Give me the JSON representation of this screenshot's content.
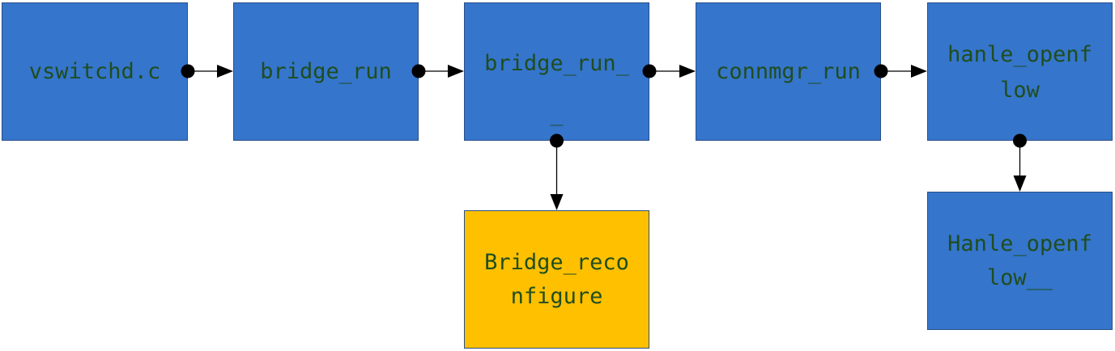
{
  "colors": {
    "node_blue": "#3575cc",
    "node_gold": "#ffc000",
    "label_text": "#1f4d1f",
    "edge": "#000000"
  },
  "nodes": {
    "vswitchd": {
      "label": "vswitchd.c",
      "color": "#3575cc"
    },
    "bridge_run": {
      "label": "bridge_run",
      "color": "#3575cc"
    },
    "bridge_run_run": {
      "label": "bridge_run_\n_",
      "color": "#3575cc"
    },
    "connmgr_run": {
      "label": "connmgr_run",
      "color": "#3575cc"
    },
    "hanle_openflow": {
      "label": "hanle_openf\nlow",
      "color": "#3575cc"
    },
    "bridge_reconfigure": {
      "label": "Bridge_reco\nnfigure",
      "color": "#ffc000"
    },
    "hanle_openflow_inner": {
      "label": "Hanle_openf\nlow__",
      "color": "#3575cc"
    }
  },
  "edges": [
    {
      "from": "vswitchd",
      "to": "bridge_run",
      "start_marker": "dot-icon",
      "end_marker": "arrowhead-icon"
    },
    {
      "from": "bridge_run",
      "to": "bridge_run_run",
      "start_marker": "dot-icon",
      "end_marker": "arrowhead-icon"
    },
    {
      "from": "bridge_run_run",
      "to": "connmgr_run",
      "start_marker": "dot-icon",
      "end_marker": "arrowhead-icon"
    },
    {
      "from": "connmgr_run",
      "to": "hanle_openflow",
      "start_marker": "dot-icon",
      "end_marker": "arrowhead-icon"
    },
    {
      "from": "bridge_run_run",
      "to": "bridge_reconfigure",
      "start_marker": "dot-icon",
      "end_marker": "arrowhead-icon"
    },
    {
      "from": "hanle_openflow",
      "to": "hanle_openflow_inner",
      "start_marker": "dot-icon",
      "end_marker": "arrowhead-icon"
    }
  ]
}
